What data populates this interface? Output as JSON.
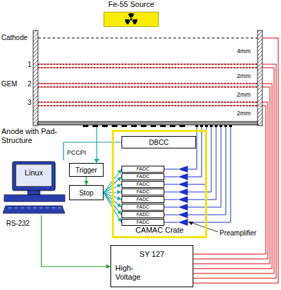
{
  "diagram": {
    "nodes": [
      {
        "text": [
          "Fe-55 Source"
        ]
      },
      {
        "text": [
          "Linux"
        ]
      },
      {
        "text": [
          "CAMAC Crate"
        ]
      },
      {
        "text": [
          "DBCC"
        ],
        "in": 2
      },
      {
        "text": [
          "FADC"
        ],
        "in": 2
      },
      {
        "text": [
          "FADC"
        ],
        "in": 2
      },
      {
        "text": [
          "FADC"
        ],
        "in": 2
      },
      {
        "text": [
          "FADC"
        ],
        "in": 2
      },
      {
        "text": [
          "FADC"
        ],
        "in": 2
      },
      {
        "text": [
          "FADC"
        ],
        "in": 2
      },
      {
        "text": [
          "FADC"
        ],
        "in": 2
      },
      {
        "text": [
          "FADC"
        ],
        "in": 2
      },
      {
        "text": [
          "Trigger"
        ]
      },
      {
        "text": [
          "Stop"
        ]
      },
      {
        "text": [
          "SY 127",
          "High- Voltage"
        ]
      }
    ],
    "edges": [
      {
        "from": 1,
        "to": 3,
        "arrow": "none",
        "label": "PCCPI"
      },
      {
        "from": 12,
        "to": 13,
        "arrow": "to"
      },
      {
        "from": 13,
        "to": 4,
        "arrow": "to"
      },
      {
        "from": 13,
        "to": 5,
        "arrow": "to"
      },
      {
        "from": 13,
        "to": 6,
        "arrow": "to"
      },
      {
        "from": 13,
        "to": 7,
        "arrow": "to"
      },
      {
        "from": 13,
        "to": 8,
        "arrow": "to"
      },
      {
        "from": 13,
        "to": 9,
        "arrow": "to"
      },
      {
        "from": 13,
        "to": 10,
        "arrow": "to"
      },
      {
        "from": 13,
        "to": 11,
        "arrow": "to"
      },
      {
        "from": 1,
        "to": 14,
        "arrow": "to",
        "label": "RS-232"
      }
    ],
    "labels": [
      "Cathode",
      "1",
      "GEM",
      "2",
      "3",
      "4mm",
      "2mm",
      "2mm",
      "2mm",
      "Anode with Pad-Structure",
      "Preamplifier"
    ]
  }
}
